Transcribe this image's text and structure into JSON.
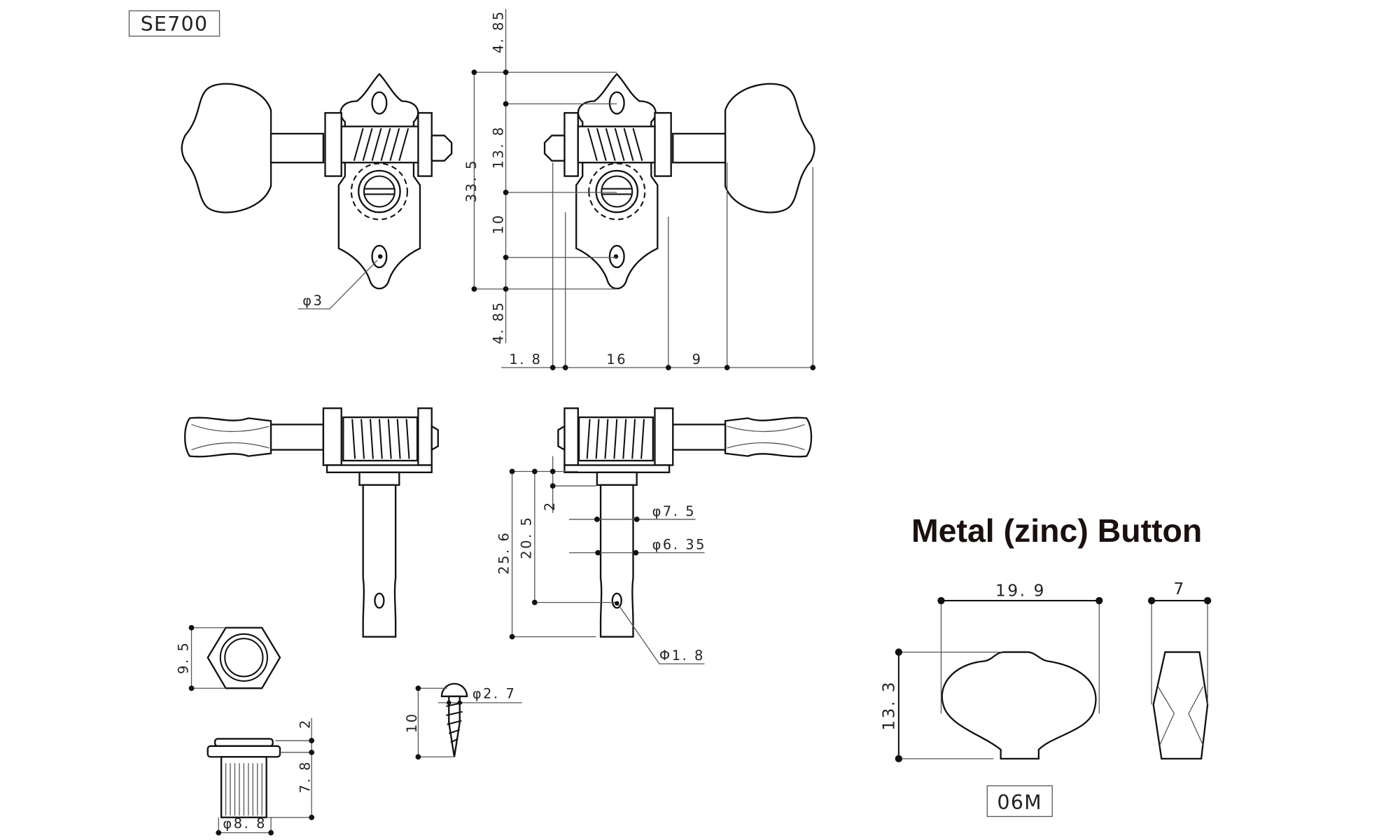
{
  "model_label": "SE700",
  "front_view": {
    "hole_diameter": "φ3",
    "vertical_dims": {
      "top_offset": "4. 85",
      "hole_to_gear": "13. 8",
      "total_height": "33. 5",
      "gear_to_hole": "10",
      "bottom_offset": "4. 85"
    },
    "horizontal_dims": {
      "plate_edge": "1. 8",
      "plate_width": "16",
      "shaft": "9"
    }
  },
  "side_view": {
    "total_post": "25. 6",
    "string_hole_height": "20. 5",
    "collar": "2",
    "post_diameter_upper": "φ7. 5",
    "post_diameter_lower": "φ6. 35",
    "string_hole_diameter": "Φ1. 8"
  },
  "hex_nut": {
    "width": "9. 5"
  },
  "bushing": {
    "flange": "2",
    "height": "7. 8",
    "diameter": "φ8. 8"
  },
  "screw": {
    "length": "10",
    "diameter": "φ2. 7"
  },
  "button": {
    "title": "Metal (zinc) Button",
    "width": "19. 9",
    "height": "13. 3",
    "thickness": "7",
    "code": "06M"
  }
}
